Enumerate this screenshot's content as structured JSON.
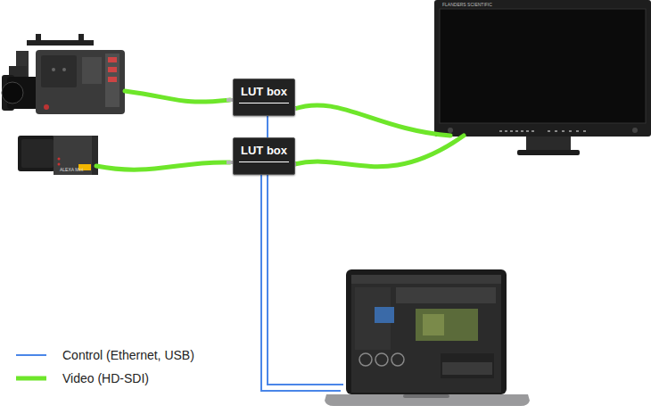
{
  "diagram": {
    "nodes": [
      {
        "text": [
          "LUT box"
        ]
      },
      {
        "text": [
          "LUT box"
        ]
      }
    ],
    "edges": [
      {
        "from": 0,
        "to": 1,
        "arrow": "none"
      }
    ],
    "labels": [
      "FLANDERS SCIENTIFIC",
      "ALEXA Mini"
    ],
    "legend": [
      {
        "text": "Control (Ethernet, USB)"
      },
      {
        "text": "Video (HD-SDI)"
      }
    ]
  }
}
